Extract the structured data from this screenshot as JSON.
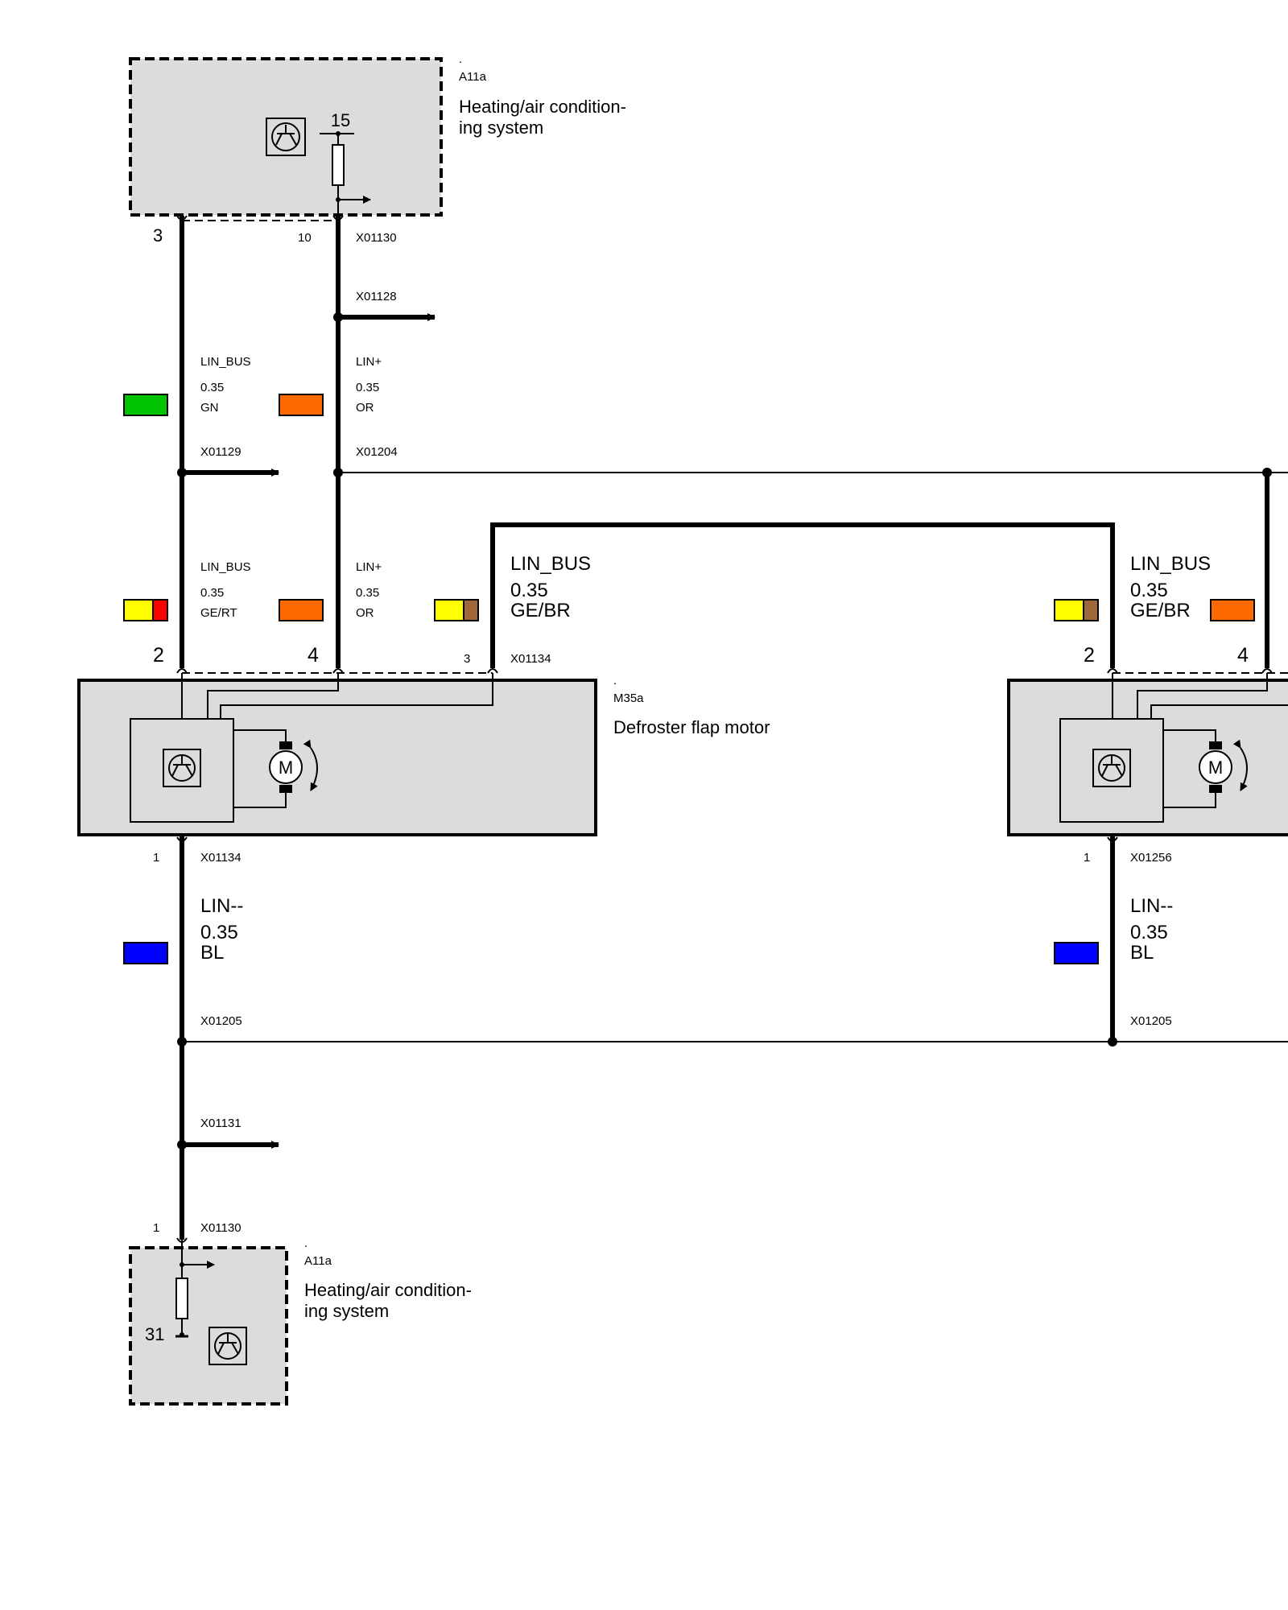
{
  "colors": {
    "gn": "#00c400",
    "or": "#ff6a00",
    "ge": "#ffff00",
    "rt": "#ff0000",
    "br": "#a0673a",
    "bl": "#0000ff",
    "box_fill": "#dcdcdc"
  },
  "a11a_top": {
    "dot": ".",
    "code": "A11a",
    "name_line1": "Heating/air condition-",
    "name_line2": "ing system",
    "pin15": "15",
    "pin3": "3",
    "pin10": "10",
    "conn": "X01130",
    "icon": "transistor-icon"
  },
  "splices": {
    "x01128": "X01128",
    "x01129": "X01129",
    "x01204": "X01204",
    "x01205": "X01205",
    "x01131": "X01131",
    "x01205_right": "X01205"
  },
  "wires": {
    "upper_left": {
      "signal": "LIN_BUS",
      "size": "0.35",
      "color": "GN"
    },
    "upper_right": {
      "signal": "LIN+",
      "size": "0.35",
      "color": "OR"
    },
    "mid_left": {
      "signal": "LIN_BUS",
      "size": "0.35",
      "color": "GE/RT"
    },
    "mid_right": {
      "signal": "LIN+",
      "size": "0.35",
      "color": "OR"
    },
    "loop_left": {
      "signal": "LIN_BUS",
      "size": "0.35",
      "color": "GE/BR"
    },
    "loop_right": {
      "signal": "LIN_BUS",
      "size": "0.35",
      "color": "GE/BR"
    },
    "lower_left": {
      "signal": "LIN--",
      "size": "0.35",
      "color": "BL"
    },
    "lower_right": {
      "signal": "LIN--",
      "size": "0.35",
      "color": "BL"
    }
  },
  "m35a": {
    "dot": ".",
    "code": "M35a",
    "name": "Defroster flap motor",
    "pin2": "2",
    "pin4": "4",
    "pin3": "3",
    "pin1": "1",
    "conn_top": "X01134",
    "conn_bottom": "X01134",
    "motor_label": "M"
  },
  "motor_right": {
    "pin2": "2",
    "pin4": "4",
    "pin1": "1",
    "conn_bottom": "X01256",
    "motor_label": "M"
  },
  "a11a_bottom": {
    "dot": ".",
    "code": "A11a",
    "name_line1": "Heating/air condition-",
    "name_line2": "ing system",
    "pin1": "1",
    "pin31": "31",
    "conn": "X01130"
  }
}
